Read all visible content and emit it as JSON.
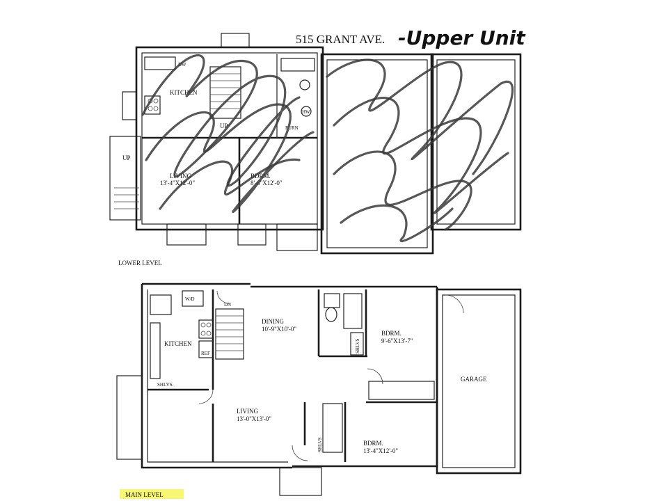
{
  "title": {
    "address": "515 GRANT AVE.",
    "handwritten": "-Upper Unit"
  },
  "lower_level": {
    "caption": "LOWER LEVEL",
    "rooms": {
      "kitchen": "KITCHEN",
      "living_name": "LIVING",
      "living_dim": "13'-4\"X12'-0\"",
      "bdrm_name": "BDRM.",
      "bdrm_dim": "8'-6\"X12'-0\""
    },
    "marks": {
      "dw": "DW",
      "up_stair": "UP",
      "up_entry": "UP",
      "furn": "FURN",
      "hw": "HW"
    }
  },
  "main_level": {
    "caption": "MAIN LEVEL",
    "highlight_color": "#f6f65a",
    "rooms": {
      "kitchen": "KITCHEN",
      "dining_name": "DINING",
      "dining_dim": "10'-9\"X10'-0\"",
      "living_name": "LIVING",
      "living_dim": "13'-0\"X13'-0\"",
      "bdrm1_name": "BDRM.",
      "bdrm1_dim": "9'-6\"X13'-7\"",
      "bdrm2_name": "BDRM.",
      "bdrm2_dim": "13'-4\"X12'-0\"",
      "garage": "GARAGE"
    },
    "marks": {
      "wd": "W/D",
      "dn": "DN",
      "ref": "REF",
      "shlvs_kitchen": "SHLVS.",
      "shlvs_bath": "SHLVS",
      "shlvs_hall": "SHLVS"
    }
  }
}
